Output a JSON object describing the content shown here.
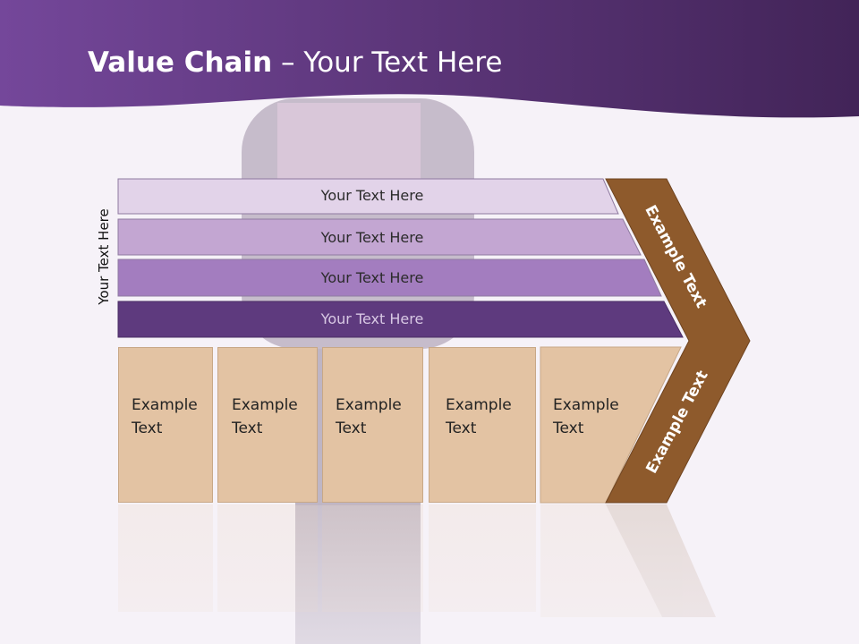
{
  "title": {
    "bold": "Value Chain",
    "rest": " – Your Text Here"
  },
  "side_label": "Your Text Here",
  "support_rows": [
    {
      "label": "Your Text Here",
      "color": "#e2d3e9"
    },
    {
      "label": "Your Text Here",
      "color": "#c3a6d2"
    },
    {
      "label": "Your Text Here",
      "color": "#a37dbf"
    },
    {
      "label": "Your Text Here",
      "color": "#5e3a7e"
    }
  ],
  "primary_cells": [
    {
      "line1": "Example",
      "line2": "Text"
    },
    {
      "line1": "Example",
      "line2": "Text"
    },
    {
      "line1": "Example",
      "line2": "Text"
    },
    {
      "line1": "Example",
      "line2": "Text"
    },
    {
      "line1": "Example",
      "line2": "Text"
    }
  ],
  "chevron": {
    "upper": "Example Text",
    "lower": "Example Text",
    "color": "#8e5a2c"
  },
  "colors": {
    "header": "#5b3578",
    "cell": "#e3c3a3"
  }
}
